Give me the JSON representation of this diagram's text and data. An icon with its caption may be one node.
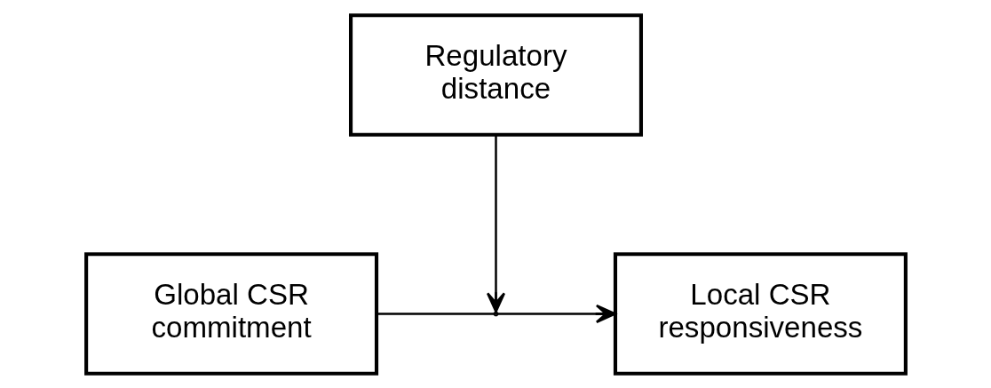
{
  "diagram": {
    "nodes": [
      {
        "text": [
          "Global CSR commitment"
        ]
      },
      {
        "text": [
          "Regulatory distance"
        ]
      },
      {
        "text": [
          "Local CSR responsiveness"
        ]
      }
    ],
    "edges": [
      {
        "from": 0,
        "to": 2,
        "arrow": "to"
      },
      {
        "from": 1,
        "to": null,
        "arrow": "to"
      }
    ]
  }
}
